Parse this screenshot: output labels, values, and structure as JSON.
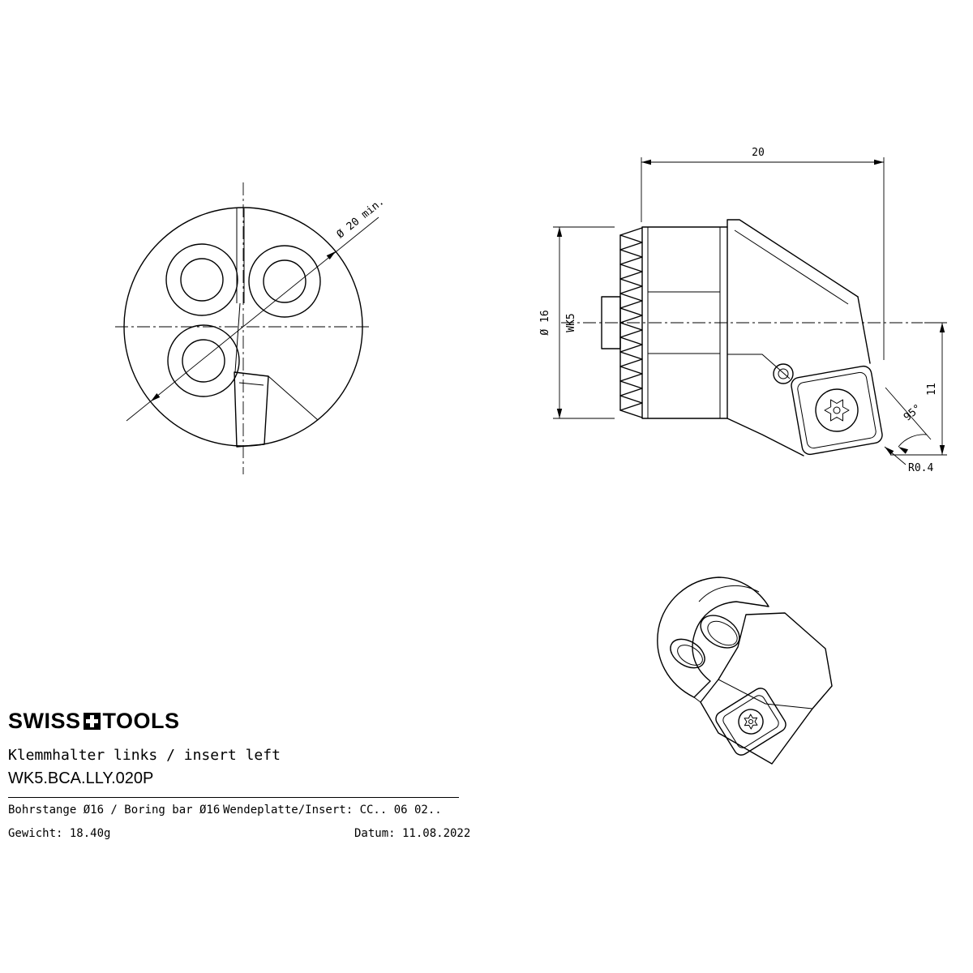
{
  "drawing": {
    "front_view": {
      "min_bore_dim": "Ø 20 min."
    },
    "side_view": {
      "length_dim": "20",
      "diameter_dim": "Ø 16",
      "interface_label": "WK5",
      "height_dim": "11",
      "edge_angle_dim": "95°",
      "corner_radius_dim": "R0.4"
    }
  },
  "title_block": {
    "logo_left": "SWISS",
    "logo_right": "TOOLS",
    "product_title": "Klemmhalter links / insert left",
    "part_number": "WK5.BCA.LLY.020P",
    "bar_spec": "Bohrstange Ø16 / Boring bar Ø16",
    "insert_spec": "Wendeplatte/Insert: CC.. 06 02..",
    "weight": "Gewicht: 18.40g",
    "date": "Datum: 11.08.2022"
  }
}
